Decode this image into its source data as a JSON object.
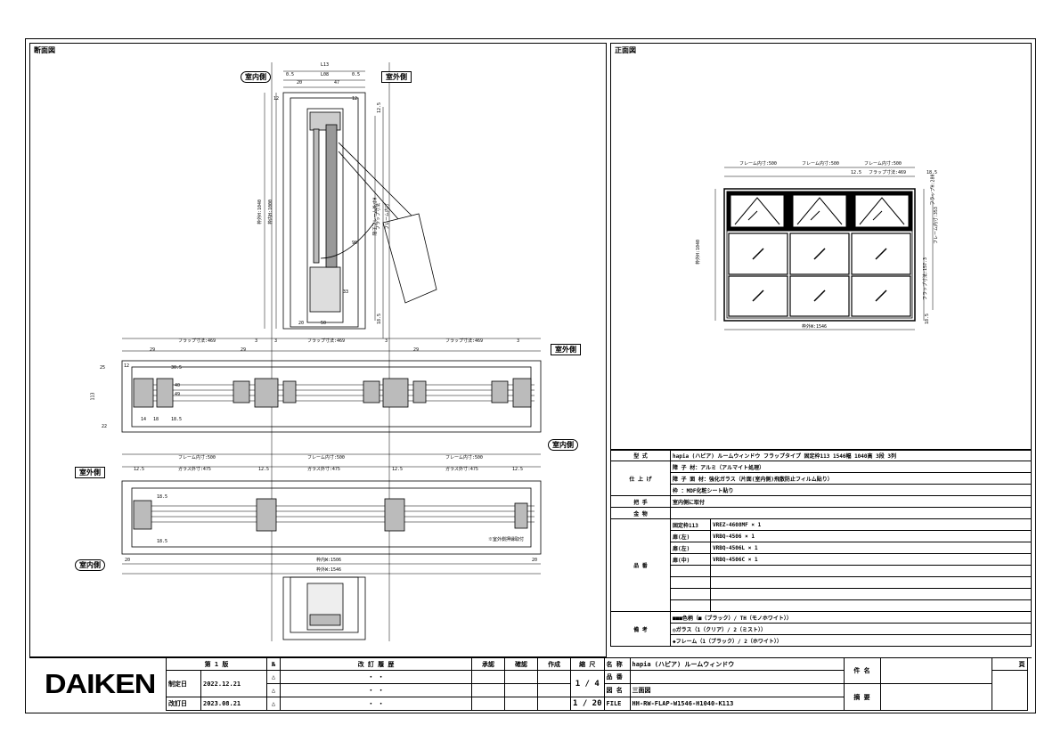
{
  "views": {
    "section_title": "断面図",
    "elevation_title": "正面図"
  },
  "labels": {
    "indoor": "室内側",
    "outdoor": "室外側"
  },
  "section_dims": {
    "top": "L13",
    "d05a": "0.5",
    "d108": "L08",
    "d05b": "0.5",
    "d20": "20",
    "d47": "47",
    "d12a": "12",
    "d12b": "12",
    "h1040": "枠外H:1040",
    "h1000": "枠内H:1000",
    "glass_h": "障子フレーム外寸H",
    "flap": "フラップ寸法",
    "frame_in": "フレーム内寸",
    "d125": "12.5",
    "d185": "18.5",
    "d20b": "20",
    "d50": "50",
    "d33": "33",
    "d90": "90"
  },
  "horiz_dims": {
    "flap1": "フラップ寸法:469",
    "flap2": "フラップ寸法:469",
    "flap3": "フラップ寸法:469",
    "d29a": "29",
    "d29b": "29",
    "d29c": "29",
    "d3a": "3",
    "d3b": "3",
    "d3c": "3",
    "d3d": "3",
    "h113": "113",
    "d12": "12",
    "d25": "25",
    "d14": "14",
    "d18": "18",
    "d185": "18.5",
    "d305": "30.5",
    "d22": "22",
    "d40": "40",
    "d49": "49"
  },
  "bottom_dims": {
    "frame1": "フレーム内寸:500",
    "frame2": "フレーム内寸:500",
    "frame3": "フレーム内寸:500",
    "glass1": "ガラス外寸:475",
    "glass2": "ガラス外寸:475",
    "glass3": "ガラス外寸:475",
    "d125a": "12.5",
    "d125b": "12.5",
    "d125c": "12.5",
    "d125d": "12.5",
    "d185a": "18.5",
    "d185b": "18.5",
    "inner_w": "枠内W:1506",
    "outer_w": "枠外W:1546",
    "d20a": "20",
    "d20b": "20",
    "note": "※室外側押縁取付"
  },
  "elev_dims": {
    "fr1": "フレーム内寸:500",
    "fr2": "フレーム内寸:500",
    "fr3": "フレーム内寸:500",
    "fl3": "フラップ寸法:469",
    "d125": "12.5",
    "d185": "18.5",
    "outer_w": "枠外W:1546",
    "h1040": "枠外H:1040",
    "h_right1": "フラップ寸法:157.3",
    "h_right2": "フレーム内寸:353",
    "h_right3": "フラップH:280",
    "d1855": "18.5"
  },
  "spec": {
    "model_label": "型 式",
    "model_value": "hapia (ハピア) ルームウィンドウ フラップタイプ 固定枠113 1546幅 1040高 3段 3列",
    "finish_label": "仕 上 げ",
    "finish1": "障 子 材：アルミ（アルマイト処理）",
    "finish2": "障 子 面 材：強化ガラス（片面(室内側)飛散防止フィルム貼り）",
    "finish3": "枠 ：MDF化粧シート貼り",
    "handle_label": "把 手",
    "handle_value": "室内側に取付",
    "hardware_label": "金 物",
    "product_label": "品 番",
    "p1_name": "固定枠113",
    "p1_code": "VREZ-4608MF × 1",
    "p2_name": "扉(左)",
    "p2_code": "VRBQ-4506 × 1",
    "p3_name": "扉(左)",
    "p3_code": "VRBQ-4506L × 1",
    "p4_name": "扉(中)",
    "p4_code": "VRBQ-4506C × 1",
    "remarks_label": "備 考",
    "remark1": "■■■色柄（■（ブラック）/ TH（モノホワイト））",
    "remark2": "◎ガラス（1（クリア）/ 2（ミスト））",
    "remark3": "◆フレーム（1（ブラック）/ 2（ホワイト））"
  },
  "title_block": {
    "logo": "DAIKEN",
    "edition_label": "第 1 版",
    "created_label": "制定日",
    "created_date": "2022.12.21",
    "revised_label": "改訂日",
    "revised_date": "2023.08.21",
    "no_label": "№",
    "revision_label": "改 訂 履 歴",
    "approve_label": "承認",
    "check_label": "確認",
    "author_label": "作成",
    "scale_label": "縮 尺",
    "scale1": "1 / 4",
    "scale2": "1 / 20",
    "name_label": "名 称",
    "name_value": "hapia (ハピア) ルームウィンドウ",
    "part_no_label": "品 番",
    "drawing_label": "図 名",
    "drawing_value": "三面図",
    "file_label": "FILE",
    "file_value": "HH-RW-FLAP-W1546-H1040-K113",
    "case_label": "件 名",
    "notes_label": "摘 要",
    "page_label": "頁",
    "dots1": "・ ・",
    "dots2": "・ ・",
    "dots3": "・ ・"
  }
}
